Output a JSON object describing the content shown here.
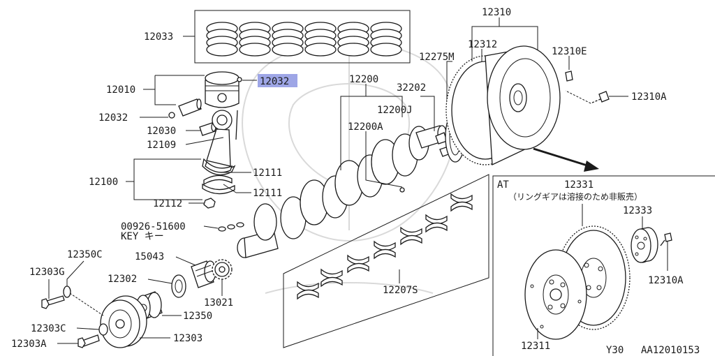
{
  "parts": {
    "p12033": "12033",
    "p12032_top": "12032",
    "p12010": "12010",
    "p12032_left": "12032",
    "p12030": "12030",
    "p12109": "12109",
    "p12100": "12100",
    "p12111_a": "12111",
    "p12111_b": "12111",
    "p12112": "12112",
    "p00926": "00926-51600",
    "key": "KEY キー",
    "p12350c": "12350C",
    "p12303g": "12303G",
    "p15043": "15043",
    "p12302": "12302",
    "p13021": "13021",
    "p12350": "12350",
    "p12303c": "12303C",
    "p12303a": "12303A",
    "p12303": "12303",
    "p12200": "12200",
    "p12200j": "12200J",
    "p12200a": "12200A",
    "p32202": "32202",
    "p12275m": "12275M",
    "p12312": "12312",
    "p12310": "12310",
    "p12310e": "12310E",
    "p12310a_top": "12310A",
    "p12207s": "12207S"
  },
  "at_panel": {
    "title": "AT",
    "p12331": "12331",
    "note": "（リングギアは溶接のため非販売）",
    "p12333": "12333",
    "p12310a": "12310A",
    "p12311": "12311",
    "model": "Y30",
    "diagram_id": "AA12010153"
  },
  "highlight_color": "#9ea6e6"
}
